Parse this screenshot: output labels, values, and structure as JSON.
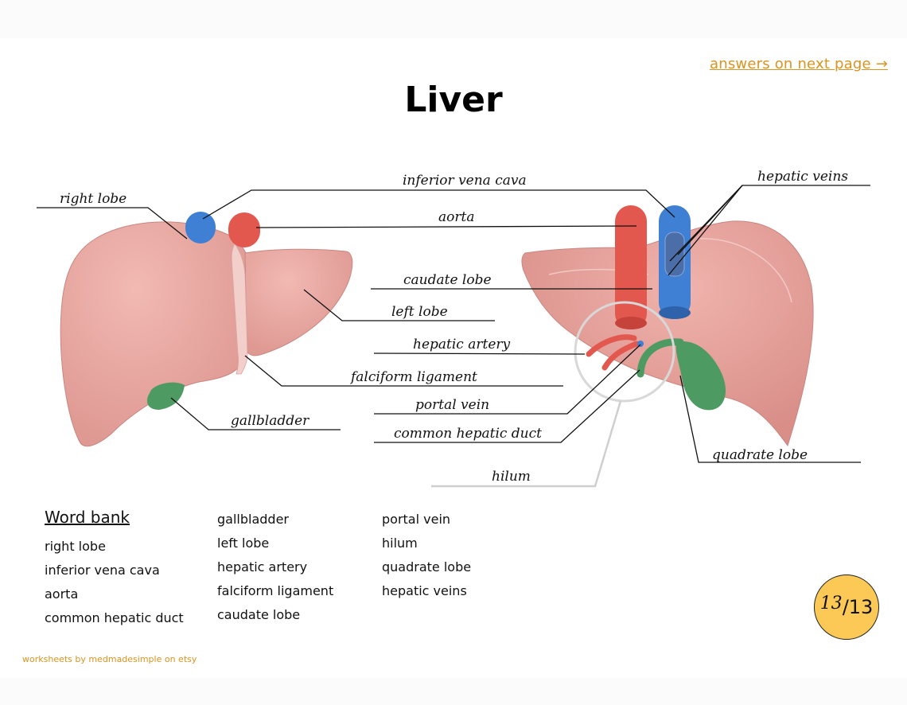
{
  "header": {
    "answers_link": "answers on next page →",
    "title": "Liver"
  },
  "labels": {
    "right_lobe": "right lobe",
    "inferior_vena_cava": "inferior vena cava",
    "aorta": "aorta",
    "caudate_lobe": "caudate lobe",
    "left_lobe": "left lobe",
    "hepatic_artery": "hepatic artery",
    "falciform_ligament": "falciform ligament",
    "gallbladder": "gallbladder",
    "portal_vein": "portal vein",
    "common_hepatic_duct": "common hepatic duct",
    "hilum": "hilum",
    "hepatic_veins": "hepatic veins",
    "quadrate_lobe": "quadrate lobe"
  },
  "word_bank": {
    "heading": "Word bank",
    "columns": [
      [
        "right lobe",
        "inferior vena cava",
        "aorta",
        "common hepatic duct"
      ],
      [
        "gallbladder",
        "left lobe",
        "hepatic artery",
        "falciform ligament",
        "caudate lobe"
      ],
      [
        "portal vein",
        "hilum",
        "quadrate lobe",
        "hepatic veins"
      ]
    ]
  },
  "page_badge": {
    "current": "13",
    "total": "/13"
  },
  "footer": "worksheets by medmadesimple on etsy",
  "colors": {
    "liver": "#e6a29c",
    "liver_dark": "#c97d78",
    "ivc_blue": "#3f7fd4",
    "aorta_red": "#e2584f",
    "gallbladder_green": "#4e9a63",
    "accent": "#d99421",
    "badge": "#fcc856"
  }
}
